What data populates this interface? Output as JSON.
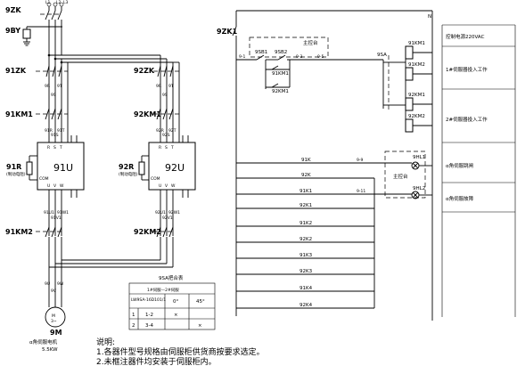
{
  "left": {
    "qf": "9ZK",
    "by": "9BY",
    "k1": "91ZK",
    "k2": "92ZK",
    "km1a": "91KM1",
    "km1b": "92KM1",
    "u1": "91U",
    "u2": "92U",
    "r1": "91R",
    "r1sub": "(制动电阻)",
    "r2": "92R",
    "r2sub": "(制动电阻)",
    "km2a": "91KM2",
    "km2b": "92KM2",
    "motor": "9M",
    "motor_desc": "α角伺服电机",
    "motor_power": "5.5KW",
    "u_top_terms": [
      "R",
      "S",
      "T"
    ],
    "u_bot_terms": [
      "U",
      "V",
      "W"
    ],
    "com": "COM",
    "notes_title": "说明:",
    "note1": "1.各器件型号规格由伺服柜供货商按要求选定。",
    "note2": "2.未框注器件均安装于伺服柜内。",
    "table_title": "9SA把合表",
    "table_header": "1#伺服—2#伺服",
    "table_model": "LW9SA-16D101/1",
    "table_angles": [
      "0°",
      "45°"
    ],
    "table_rows": [
      {
        "no": "1",
        "contact": "1-2"
      },
      {
        "no": "2",
        "contact": "3-4"
      }
    ]
  },
  "right": {
    "qf": "9ZK1",
    "n_label": "N",
    "panel_main": "主控台",
    "panel_sub": "主控台",
    "sb1": "9SB1",
    "sb2": "9SB2",
    "sa": "9SA",
    "ctrl_km1": "91KM1",
    "ctrl_km2": "92KM2",
    "km_contact_a": "91KM1",
    "km_contact_b": "92KM1",
    "coil1": "91KM1",
    "coil2": "91KM2",
    "coil3": "92KM1",
    "coil4": "92KM2",
    "hl1": "9HL1",
    "hl2": "9HL2",
    "rows": [
      "91K",
      "92K",
      "91K1",
      "92K1",
      "91K2",
      "92K2",
      "91K3",
      "92K3",
      "91K4",
      "92K4"
    ],
    "wire_nums": [
      "9-1",
      "9-2",
      "9-3",
      "9-4",
      "9-5",
      "9-6",
      "9-7",
      "9-8",
      "9-9",
      "9-10",
      "9-11"
    ],
    "legend": [
      "控制电源220VAC",
      "1#伺服器投入工作",
      "2#伺服器投入工作",
      "α角伺服跳闸",
      "α角伺服故障"
    ]
  }
}
